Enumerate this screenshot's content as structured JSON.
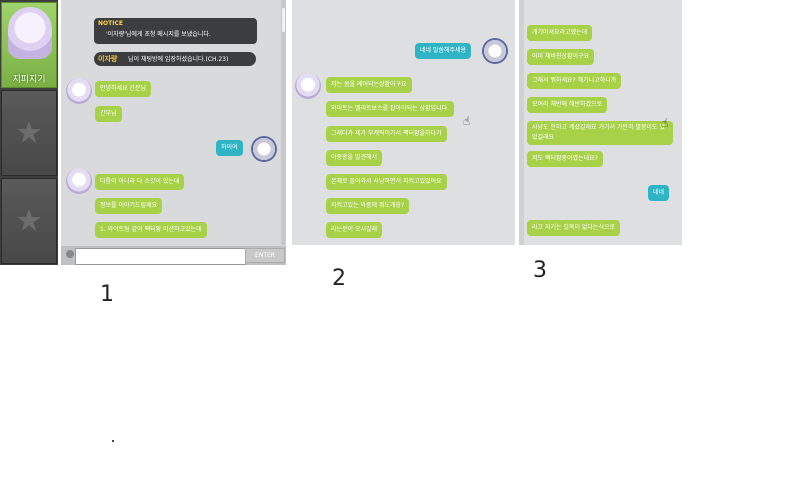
{
  "panel1": {
    "sidebar": {
      "active_label": "지피지기"
    },
    "notice": {
      "tag": "NOTICE",
      "text": "'이자량'님에게 초청 메시지를 보냈습니다."
    },
    "enter_bar": {
      "name": "이자량",
      "text": "님이 채팅방에 입장하셨습니다.(CH.23)"
    },
    "messages": [
      {
        "side": "left",
        "text": "안녕하세요 간분님"
      },
      {
        "side": "left",
        "text": "간부님"
      },
      {
        "side": "right",
        "text": "하이여"
      },
      {
        "side": "left",
        "text": "다름이 아니라 다 소갓이 있는데"
      },
      {
        "side": "left",
        "text": "정보를 이야기드릴께요"
      },
      {
        "side": "left",
        "text": "1. 와이트팀 같이 팩터황 미션하고있는데"
      }
    ],
    "input": {
      "value": "",
      "enter_label": "ENTER"
    }
  },
  "panel2": {
    "messages": [
      {
        "side": "right",
        "text": "네네 말씀해주세용"
      },
      {
        "side": "left",
        "text": "저는 몸을 케어되는상황이구요"
      },
      {
        "side": "left",
        "text": "와이트는 벨리트보스를 잡아야되는 상황입니다."
      },
      {
        "side": "left",
        "text": "그래다가 제가 부캐릭이가서 팩터황을하다가"
      },
      {
        "side": "left",
        "text": "이중종을 발견해서"
      },
      {
        "side": "left",
        "text": "본체로 들어와서 사냥하면서 지켜고있었어요"
      },
      {
        "side": "left",
        "text": "지켜고있는 와중에 쥐도개장?"
      },
      {
        "side": "left",
        "text": "라는분이 오시길래"
      }
    ]
  },
  "panel3": {
    "messages": [
      {
        "side": "left",
        "text": "개기마셔요라고했는데"
      },
      {
        "side": "left",
        "text": "이미 채바친상황이구요"
      },
      {
        "side": "left",
        "text": "그래서 뭐하세요? 해가니고하니까"
      },
      {
        "side": "left",
        "text": "모여라 채반해 해반하겠으로"
      },
      {
        "side": "left",
        "text": "사냥도 안하고 계셨길래요 거기서 가만히 별붕이도 있었길래요"
      },
      {
        "side": "left",
        "text": "저도 팩터황중이였는데요?"
      },
      {
        "side": "right",
        "text": "네네"
      },
      {
        "side": "left",
        "text": "라고 자기는 길목이 없다는식으로"
      }
    ]
  },
  "labels": [
    "1",
    "2",
    "3"
  ]
}
